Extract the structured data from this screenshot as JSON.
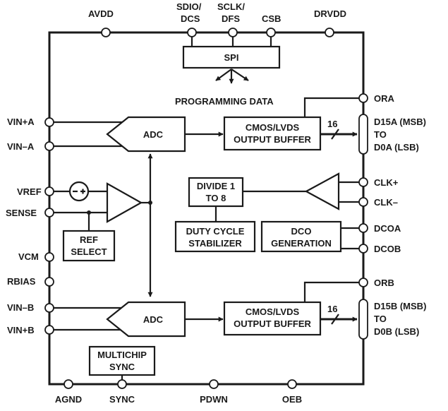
{
  "pins": {
    "avdd": "AVDD",
    "sdio_dcs": [
      "SDIO/",
      "DCS"
    ],
    "sclk_dfs": [
      "SCLK/",
      "DFS"
    ],
    "csb": "CSB",
    "drvdd": "DRVDD",
    "vin_plus_a": "VIN+A",
    "vin_minus_a": "VIN–A",
    "vref": "VREF",
    "sense": "SENSE",
    "vcm": "VCM",
    "rbias": "RBIAS",
    "vin_minus_b": "VIN–B",
    "vin_plus_b": "VIN+B",
    "agnd": "AGND",
    "sync": "SYNC",
    "pdwn": "PDWN",
    "oeb": "OEB",
    "ora": "ORA",
    "d_a": [
      "D15A (MSB)",
      "TO",
      "D0A (LSB)"
    ],
    "clk_plus": "CLK+",
    "clk_minus": "CLK–",
    "dcoa": "DCOA",
    "dcob": "DCOB",
    "orb": "ORB",
    "d_b": [
      "D15B (MSB)",
      "TO",
      "D0B (LSB)"
    ]
  },
  "blocks": {
    "spi": "SPI",
    "programming_data": "PROGRAMMING DATA",
    "adc_a": "ADC",
    "adc_b": "ADC",
    "output_buffer_a": [
      "CMOS/LVDS",
      "OUTPUT BUFFER"
    ],
    "output_buffer_b": [
      "CMOS/LVDS",
      "OUTPUT BUFFER"
    ],
    "bus_width_a": "16",
    "bus_width_b": "16",
    "divider": [
      "DIVIDE 1",
      "TO 8"
    ],
    "duty_cycle": [
      "DUTY CYCLE",
      "STABILIZER"
    ],
    "dco_generation": [
      "DCO",
      "GENERATION"
    ],
    "ref_select": [
      "REF",
      "SELECT"
    ],
    "multichip_sync": [
      "MULTICHIP",
      "SYNC"
    ]
  }
}
